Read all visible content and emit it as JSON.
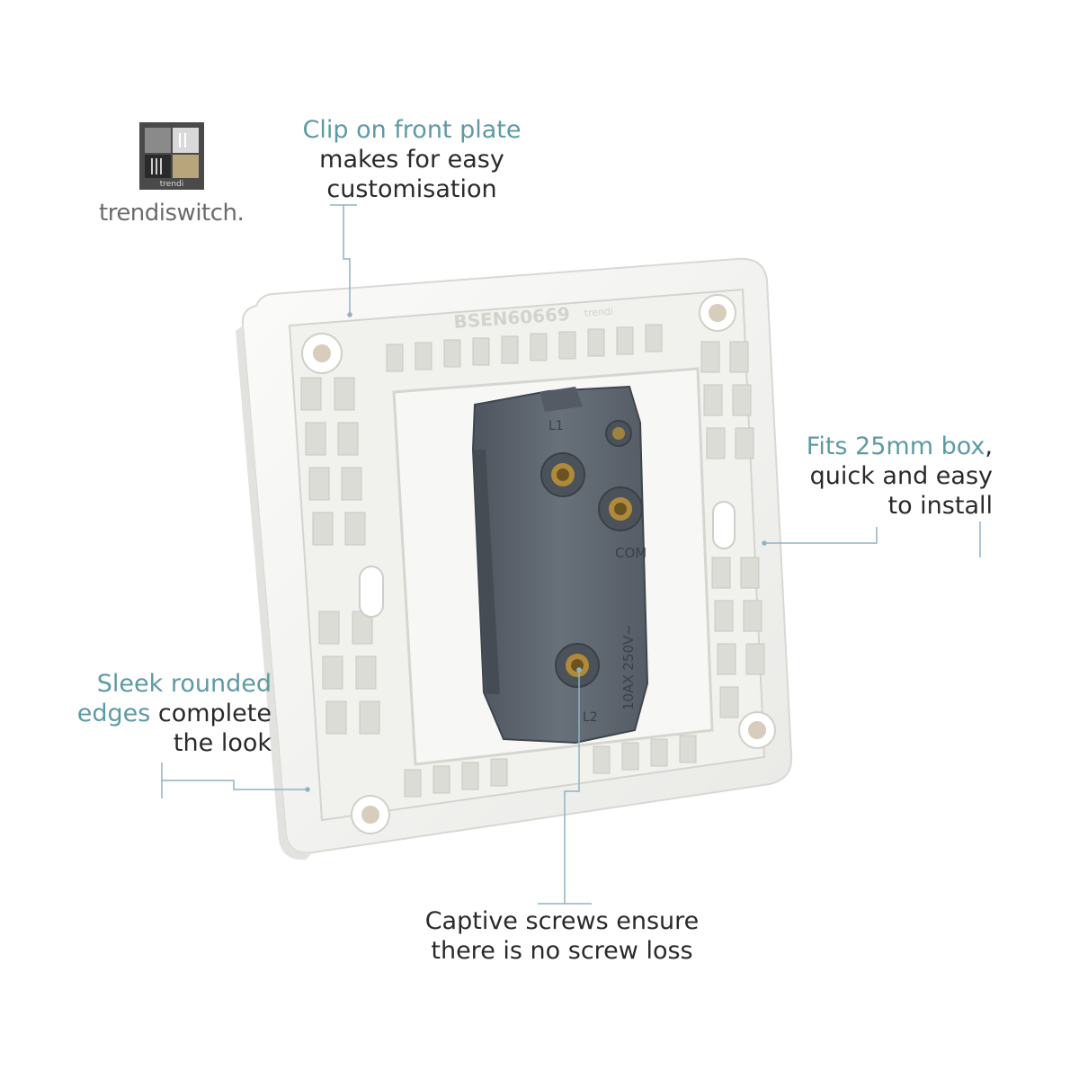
{
  "brand": {
    "logo_text": "trendi",
    "name": "trendiswitch",
    "suffix": "."
  },
  "callouts": {
    "clip": {
      "accent": "Clip on front plate",
      "line2": "makes for easy",
      "line3": "customisation"
    },
    "box": {
      "accent": "Fits 25mm box",
      "comma": ",",
      "line2": "quick and easy",
      "line3": "to install"
    },
    "edges": {
      "accent1": "Sleek rounded",
      "accent2": "edges",
      "rest2": " complete",
      "line3": "the look"
    },
    "screws": {
      "line1": "Captive screws ensure",
      "line2": "there is no screw loss"
    }
  },
  "product_markings": {
    "standard": "BSEN60669",
    "brand": "trendi",
    "terminal_l1": "L1",
    "terminal_com": "COM",
    "terminal_l2": "L2",
    "rating": "10AX 250V~"
  },
  "colors": {
    "accent": "#5e9aa3",
    "text": "#2a2a2a",
    "plate": "#f4f4f2",
    "mechanism": "#5f6670",
    "leader": "#8fb4c4"
  }
}
